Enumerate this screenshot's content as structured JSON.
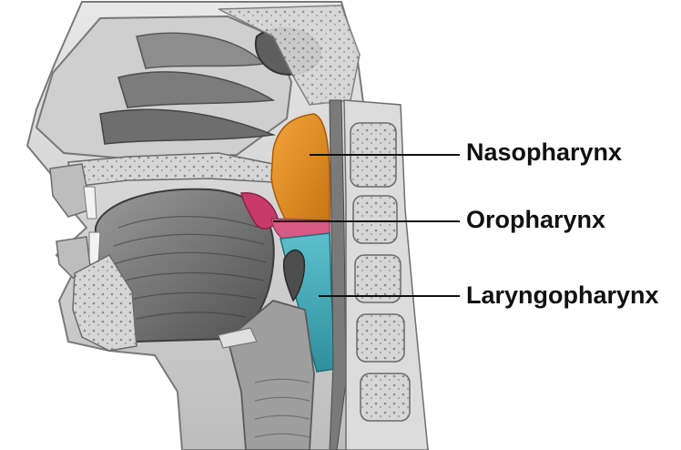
{
  "labels": {
    "nasopharynx": "Nasopharynx",
    "oropharynx": "Oropharynx",
    "laryngopharynx": "Laryngopharynx"
  },
  "colors": {
    "nasopharynx": "#e08a1e",
    "oropharynx": "#c83a6a",
    "laryngopharynx": "#3aa6b4",
    "bone": "#d9d9d9",
    "tissue": "#8c8c8c",
    "dark_tissue": "#5a5a5a",
    "leader_line": "#111111"
  }
}
